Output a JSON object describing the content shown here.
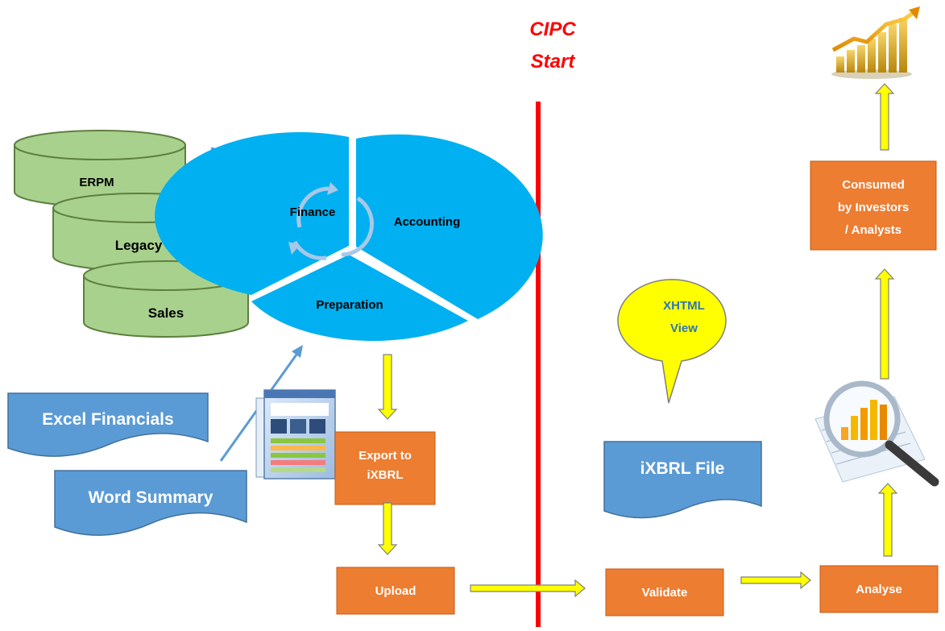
{
  "marker": {
    "line1": "CIPC",
    "line2": "Start"
  },
  "databases": [
    "ERPM",
    "Legacy",
    "Sales"
  ],
  "cycle": {
    "finance": "Finance",
    "accounting": "Accounting",
    "preparation": "Preparation"
  },
  "documents": {
    "excel": "Excel Financials",
    "word": "Word Summary",
    "ixbrl_file": "iXBRL File"
  },
  "callout": {
    "line1": "XHTML",
    "line2": "View"
  },
  "steps": {
    "export_line1": "Export to",
    "export_line2": "iXBRL",
    "upload": "Upload",
    "validate": "Validate",
    "analyse": "Analyse",
    "consumed_line1": "Consumed",
    "consumed_line2": "by Investors",
    "consumed_line3": "/ Analysts"
  },
  "icons": [
    "growth-chart-icon",
    "magnifier-chart-icon",
    "report-screenshot-icon"
  ],
  "colors": {
    "orange": "#ED7D31",
    "blue_doc": "#5B9BD5",
    "cyan": "#00B0F0",
    "green_db": "#A9D18E",
    "yellow": "#FFFF00",
    "red": "#FF0000"
  }
}
